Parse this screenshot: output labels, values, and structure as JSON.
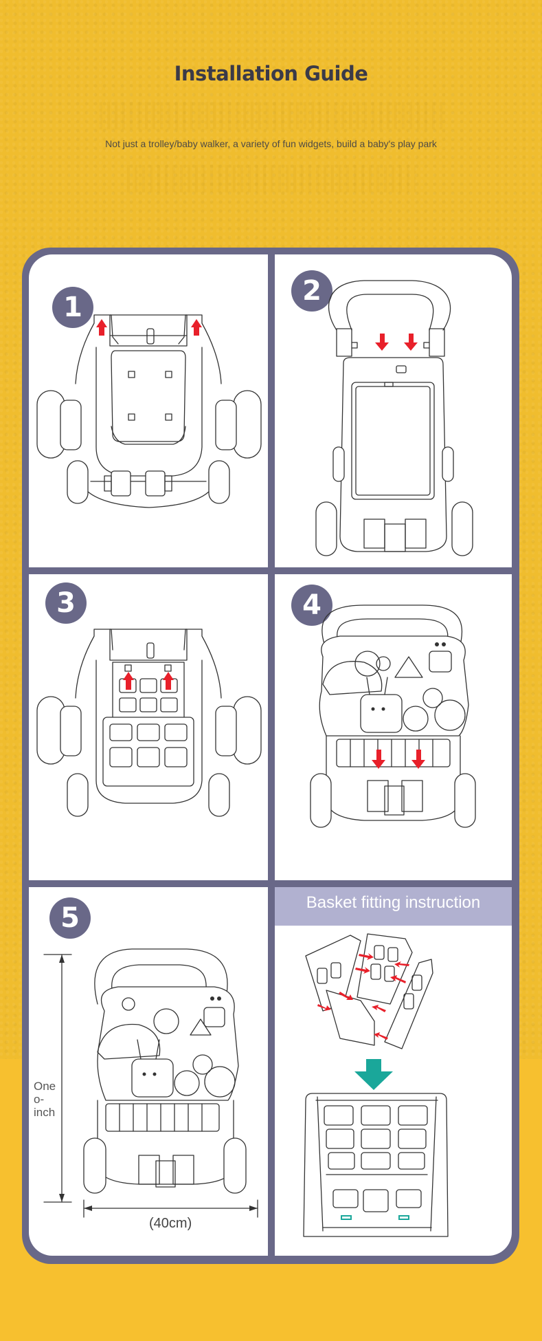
{
  "page": {
    "title": "Installation Guide",
    "subtitle": "Not just a trolley/baby walker, a variety of fun widgets, build a baby's play park"
  },
  "colors": {
    "background": "#f0bd2e",
    "frame": "#696888",
    "badge": "#696888",
    "banner": "#b1b1d0",
    "arrow_red": "#e8202a",
    "arrow_teal": "#1aa79a"
  },
  "steps": [
    {
      "number": "1",
      "icon": "walker-base-up-arrows-illustration"
    },
    {
      "number": "2",
      "icon": "handle-insert-down-arrows-illustration"
    },
    {
      "number": "3",
      "icon": "basket-front-up-arrows-illustration"
    },
    {
      "number": "4",
      "icon": "activity-panel-down-arrows-illustration"
    },
    {
      "number": "5",
      "icon": "assembled-walker-dimensions-illustration"
    }
  ],
  "dimensions": {
    "height_label": "One\no-\ninch",
    "width_label": "(40cm)"
  },
  "basket": {
    "title": "Basket fitting instruction"
  }
}
